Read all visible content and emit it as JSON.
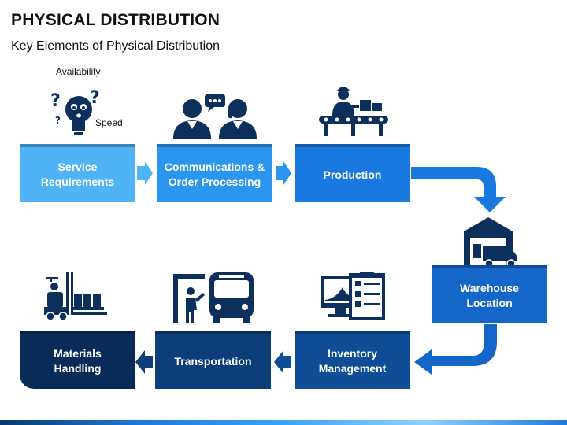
{
  "header": {
    "title": "PHYSICAL DISTRIBUTION",
    "subtitle": "Key Elements of Physical Distribution"
  },
  "icon_labels": {
    "availability": "Availability",
    "speed": "Speed"
  },
  "steps": [
    {
      "label": "Service\nRequirements",
      "color": "#4fb3f6",
      "icon": "lightbulb-question-icon"
    },
    {
      "label": "Communications &\nOrder Processing",
      "color": "#2a96ef",
      "icon": "people-chat-icon"
    },
    {
      "label": "Production",
      "color": "#1a79e0",
      "icon": "conveyor-worker-icon"
    },
    {
      "label": "Warehouse\nLocation",
      "color": "#1566c9",
      "icon": "warehouse-truck-icon"
    },
    {
      "label": "Inventory\nManagement",
      "color": "#0f4e97",
      "icon": "computer-checklist-icon"
    },
    {
      "label": "Transportation",
      "color": "#0c3f7a",
      "icon": "bus-passenger-icon"
    },
    {
      "label": "Materials\nHandling",
      "color": "#082c57",
      "icon": "forklift-icon"
    }
  ],
  "colors": {
    "icon": "#0d2f5c",
    "arrow_light": "#4fb3f6",
    "arrow_mid": "#2a96ef"
  }
}
